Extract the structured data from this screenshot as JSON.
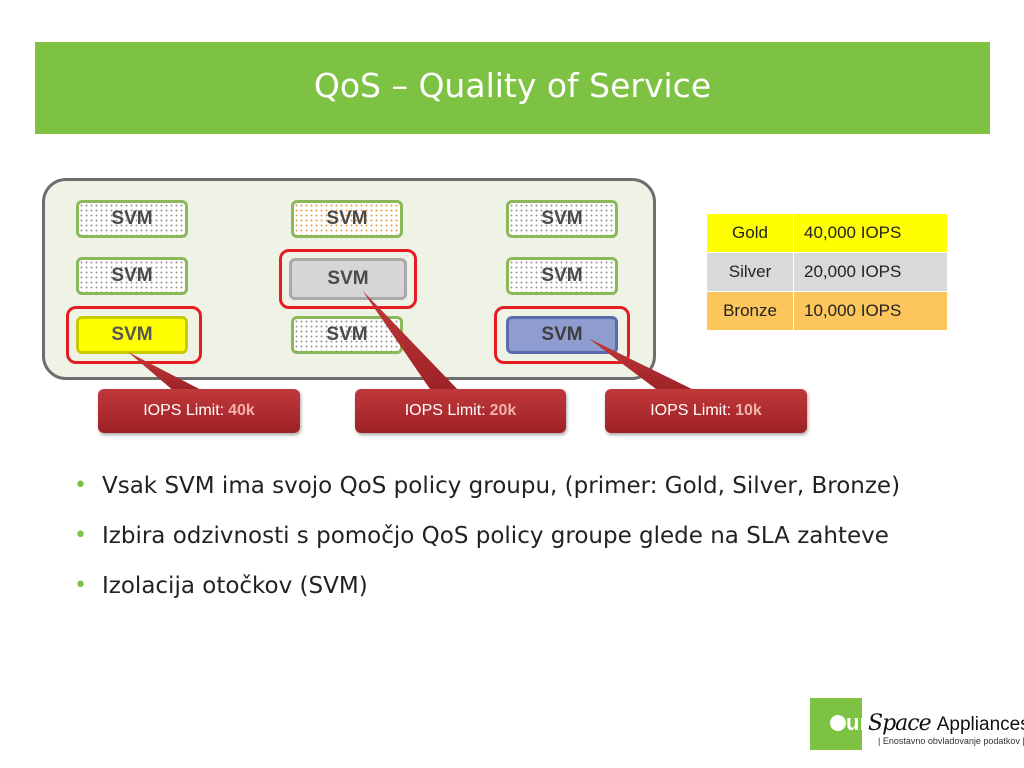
{
  "slide": {
    "title": "QoS – Quality of Service"
  },
  "svm_label": "SVM",
  "policy_table": [
    {
      "level": "Gold",
      "iops": "40,000 IOPS",
      "color": "#ffff00"
    },
    {
      "level": "Silver",
      "iops": "20,000 IOPS",
      "color": "#d9d9d9"
    },
    {
      "level": "Bronze",
      "iops": "10,000 IOPS",
      "color": "#fcc65c"
    }
  ],
  "limits": [
    {
      "prefix": "IOPS Limit:",
      "value": "40k"
    },
    {
      "prefix": "IOPS Limit:",
      "value": "20k"
    },
    {
      "prefix": "IOPS Limit:",
      "value": "10k"
    }
  ],
  "bullets": [
    "Vsak SVM ima svojo QoS policy groupu, (primer: Gold, Silver, Bronze)",
    "Izbira odzivnosti s pomočjo QoS policy groupe glede na SLA zahteve",
    "Izolacija otočkov (SVM)"
  ],
  "footer": {
    "logo_prefix": "ur",
    "logo_brand": "Space",
    "logo_suffix": "Appliances",
    "tagline": "| Enostavno obvladovanje podatkov |"
  },
  "colors": {
    "accent": "#7dc242",
    "highlight": "#e41d24",
    "limit_badge": "#b02a2e"
  }
}
